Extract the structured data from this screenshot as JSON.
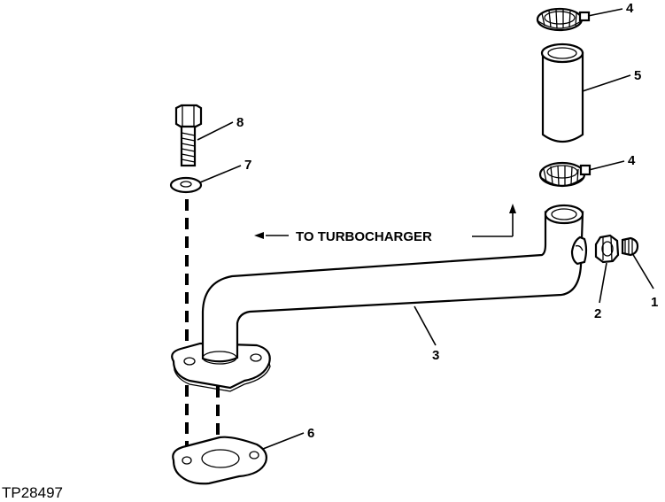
{
  "figure_id": "TP28497",
  "flow_label": "TO TURBOCHARGER",
  "callouts": {
    "c1": "1",
    "c2": "2",
    "c3": "3",
    "c4a": "4",
    "c4b": "4",
    "c5": "5",
    "c6": "6",
    "c7": "7",
    "c8": "8"
  },
  "colors": {
    "ink": "#000000",
    "paper": "#ffffff"
  }
}
